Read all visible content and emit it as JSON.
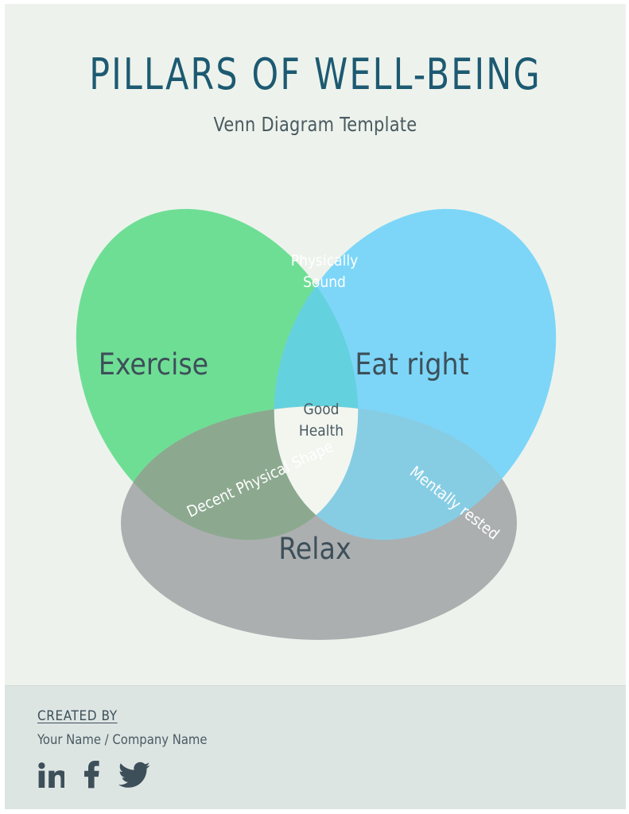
{
  "header": {
    "title": "PILLARS OF WELL-BEING",
    "subtitle": "Venn Diagram Template"
  },
  "colors": {
    "page_background": "#edf3ec",
    "footer_background": "#dde5e3",
    "title_text": "#1d5a72",
    "subtitle_text": "#4a5a60",
    "set_exercise": "#6fde95",
    "set_eat_right": "#7dd6f8",
    "set_relax": "#acafb0",
    "overlap_exercise_eat_right": "#63d1de",
    "overlap_exercise_relax": "#8ca98f",
    "overlap_eat_right_relax": "#86cde4",
    "center_intersection": "#f2f6ef",
    "label_dark": "#3d4f59",
    "label_white": "#ffffff"
  },
  "venn": {
    "sets": [
      {
        "id": "exercise",
        "label": "Exercise",
        "color": "#6fde95"
      },
      {
        "id": "eat-right",
        "label": "Eat right",
        "color": "#7dd6f8"
      },
      {
        "id": "relax",
        "label": "Relax",
        "color": "#acafb0"
      }
    ],
    "intersections": [
      {
        "id": "exercise-eat-right",
        "label_line1": "Physically",
        "label_line2": "Sound",
        "label": "Physically Sound"
      },
      {
        "id": "exercise-relax",
        "label": "Decent Physical Shape"
      },
      {
        "id": "eat-right-relax",
        "label": "Mentally rested"
      },
      {
        "id": "all-three",
        "label_line1": "Good",
        "label_line2": "Health",
        "label": "Good Health"
      }
    ]
  },
  "footer": {
    "created_by_label": "CREATED BY",
    "author": "Your Name / Company Name",
    "socials": [
      {
        "id": "linkedin",
        "name": "linkedin-icon"
      },
      {
        "id": "facebook",
        "name": "facebook-icon"
      },
      {
        "id": "twitter",
        "name": "twitter-icon"
      }
    ]
  },
  "chart_data": {
    "type": "venn",
    "title": "PILLARS OF WELL-BEING",
    "subtitle": "Venn Diagram Template",
    "sets": [
      "Exercise",
      "Eat right",
      "Relax"
    ],
    "set_colors": [
      "#6fde95",
      "#7dd6f8",
      "#acafb0"
    ],
    "intersections": [
      {
        "sets": [
          "Exercise",
          "Eat right"
        ],
        "label": "Physically Sound"
      },
      {
        "sets": [
          "Exercise",
          "Relax"
        ],
        "label": "Decent Physical Shape"
      },
      {
        "sets": [
          "Eat right",
          "Relax"
        ],
        "label": "Mentally rested"
      },
      {
        "sets": [
          "Exercise",
          "Eat right",
          "Relax"
        ],
        "label": "Good Health"
      }
    ],
    "legend": "none",
    "grid": false
  }
}
